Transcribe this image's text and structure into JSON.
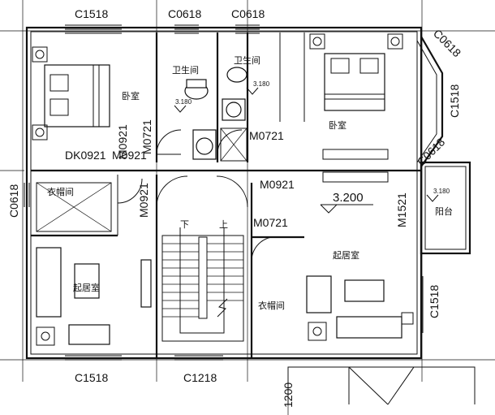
{
  "window_labels": {
    "top_left": "C1518",
    "top_mid1": "C0618",
    "top_mid2": "C0618",
    "right_upper1": "C0618",
    "right_upper2": "C1518",
    "right_mid": "C0618",
    "left_mid": "C0618",
    "right_lower": "C1518",
    "bottom_left": "C1518",
    "bottom_mid": "C1218"
  },
  "door_labels": {
    "dk0921": "DK0921",
    "m0921_a": "M0921",
    "m0721_a": "M0721",
    "m0721_b": "M0721",
    "m0921_b": "M0921",
    "m0921_c": "M0921",
    "m0921_d": "M0921",
    "m0721_c": "M0721",
    "m1521": "M1521"
  },
  "rooms": {
    "bedroom_left": "卧室",
    "bath1": "卫生间",
    "bath2": "卫生间",
    "bedroom_right": "卧室",
    "closet_left": "衣帽间",
    "living_left": "起居室",
    "living_right": "起居室",
    "closet_mid": "衣帽间",
    "balcony": "阳台"
  },
  "stairs": {
    "down": "下",
    "up": "上"
  },
  "elevations": {
    "bath1": "3.180",
    "bath2": "3.180",
    "balcony": "3.180",
    "main": "3.200"
  },
  "dimension": "1200"
}
